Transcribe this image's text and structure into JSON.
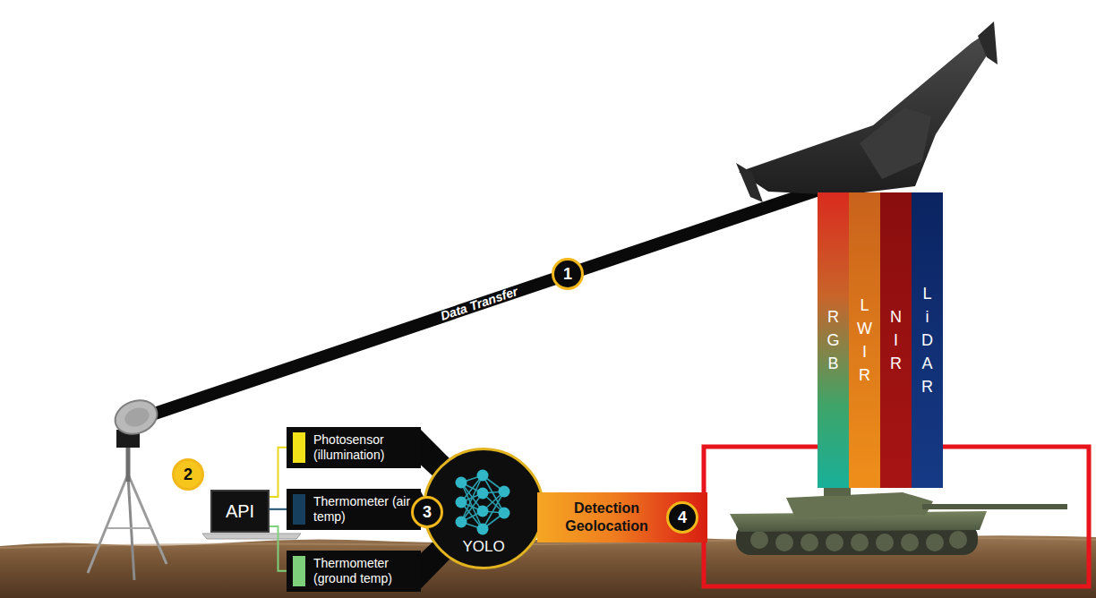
{
  "diagram": {
    "nodes": [
      {
        "text": [
          "RGB"
        ]
      },
      {
        "text": [
          "LWIR"
        ]
      },
      {
        "text": [
          "NIR"
        ]
      },
      {
        "text": [
          "LiDAR"
        ]
      },
      {
        "text": [
          "Photosensor (illumination)"
        ]
      },
      {
        "text": [
          "API"
        ]
      },
      {
        "text": [
          "Thermometer (air temp)"
        ]
      },
      {
        "text": [
          "Thermometer (ground temp)"
        ]
      },
      {
        "text": [
          "YOLO"
        ]
      },
      {
        "text": [
          "Detection Geolocation"
        ]
      }
    ],
    "edges": [
      {
        "from": 5,
        "to": 4,
        "arrow": "none"
      },
      {
        "from": 5,
        "to": 6,
        "arrow": "none"
      },
      {
        "from": 5,
        "to": 7,
        "arrow": "none"
      },
      {
        "from": 4,
        "to": 8,
        "arrow": "none"
      },
      {
        "from": 6,
        "to": 8,
        "arrow": "none"
      },
      {
        "from": 7,
        "to": 8,
        "arrow": "none"
      }
    ],
    "labels": [
      "Data Transfer",
      "1",
      "2",
      "3",
      "4"
    ]
  }
}
